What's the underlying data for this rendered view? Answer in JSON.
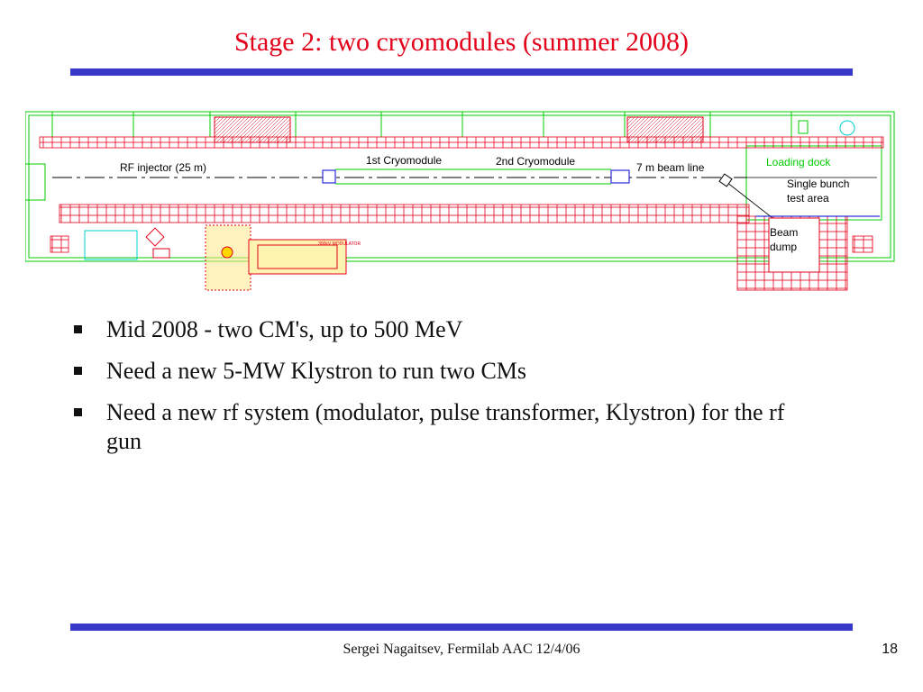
{
  "slide": {
    "title": "Stage 2: two cryomodules (summer 2008)",
    "bullets": [
      "Mid 2008 - two CM's, up to 500 MeV",
      "Need a new 5-MW Klystron to run two CMs",
      "Need a new rf system (modulator, pulse transformer, Klystron) for the rf gun"
    ],
    "footer": "Sergei Nagaitsev, Fermilab AAC 12/4/06",
    "page_number": "18"
  },
  "diagram": {
    "labels": {
      "rf_injector": "RF injector (25 m)",
      "cryomodule_1": "1st Cryomodule",
      "cryomodule_2": "2nd Cryomodule",
      "beam_line": "7 m beam line",
      "loading_dock": "Loading dock",
      "single_bunch_1": "Single bunch",
      "single_bunch_2": "test area",
      "beam_dump_1": "Beam",
      "beam_dump_2": "dump",
      "modulator": "300kV MODULATOR"
    },
    "colors": {
      "wall": "#00cc00",
      "shielding": "#e3001b",
      "beamline": "#0000cc",
      "equipment": "#ffd700",
      "accent": "#3737c8"
    }
  }
}
